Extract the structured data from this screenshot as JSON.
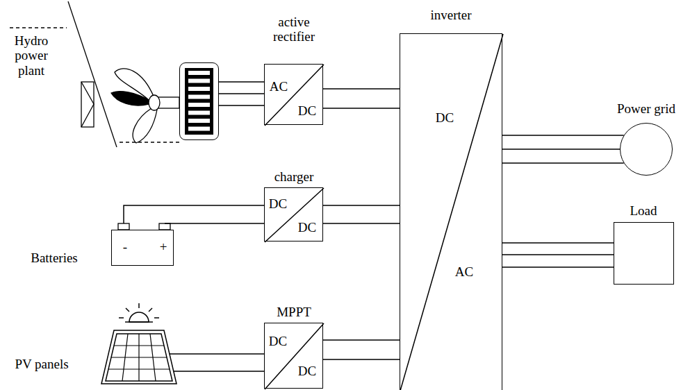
{
  "diagram": {
    "nodes": [
      {
        "text": [
          "Hydro power plant"
        ]
      },
      {
        "text": [
          "active rectifier",
          "AC",
          "DC"
        ]
      },
      {
        "text": [
          "Batteries",
          "-",
          "+"
        ]
      },
      {
        "text": [
          "charger",
          "DC",
          "DC"
        ]
      },
      {
        "text": [
          "PV panels"
        ]
      },
      {
        "text": [
          "MPPT",
          "DC",
          "DC"
        ]
      },
      {
        "text": [
          "inverter",
          "DC",
          "AC"
        ]
      },
      {
        "text": [
          "Power grid"
        ]
      },
      {
        "text": [
          "Load"
        ]
      }
    ],
    "edges": [
      {
        "from": 0,
        "to": 1,
        "arrow": "none"
      },
      {
        "from": 1,
        "to": 6,
        "arrow": "none"
      },
      {
        "from": 2,
        "to": 3,
        "arrow": "none"
      },
      {
        "from": 3,
        "to": 6,
        "arrow": "none"
      },
      {
        "from": 4,
        "to": 5,
        "arrow": "none"
      },
      {
        "from": 5,
        "to": 6,
        "arrow": "none"
      },
      {
        "from": 6,
        "to": 7,
        "arrow": "none"
      },
      {
        "from": 6,
        "to": 8,
        "arrow": "none"
      }
    ]
  }
}
